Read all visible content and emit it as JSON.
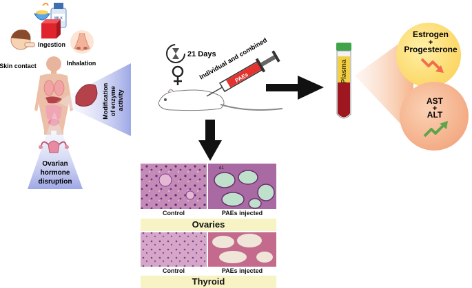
{
  "exposure": {
    "ingestion": "Ingestion",
    "skin_contact": "Skin contact",
    "inhalation": "Inhalation",
    "milk_label": "MILK"
  },
  "enzyme": "Modification of enzyme activity",
  "ovarian": [
    "Ovarian",
    "hormone",
    "disruption"
  ],
  "experiment": {
    "days": "21 Days",
    "dosing": "Individual and combined",
    "syringe_label": "PAEs"
  },
  "tube_label": "Plasma",
  "hormones": {
    "top": "Estrogen",
    "plus": "+",
    "bottom": "Progesterone"
  },
  "enzymes": {
    "top": "AST",
    "plus": "+",
    "bottom": "ALT"
  },
  "histology": {
    "control": "Control",
    "injected": "PAEs injected",
    "ovaries": "Ovaries",
    "thyroid": "Thyroid",
    "scale": "d1"
  },
  "colors": {
    "cone": "#c8cdf0",
    "orange": "#f6b48a",
    "yellow": "#fde17b",
    "arrow_down": "#f26d4a",
    "arrow_up": "#5fa34a",
    "band": "#f7f3c4"
  }
}
